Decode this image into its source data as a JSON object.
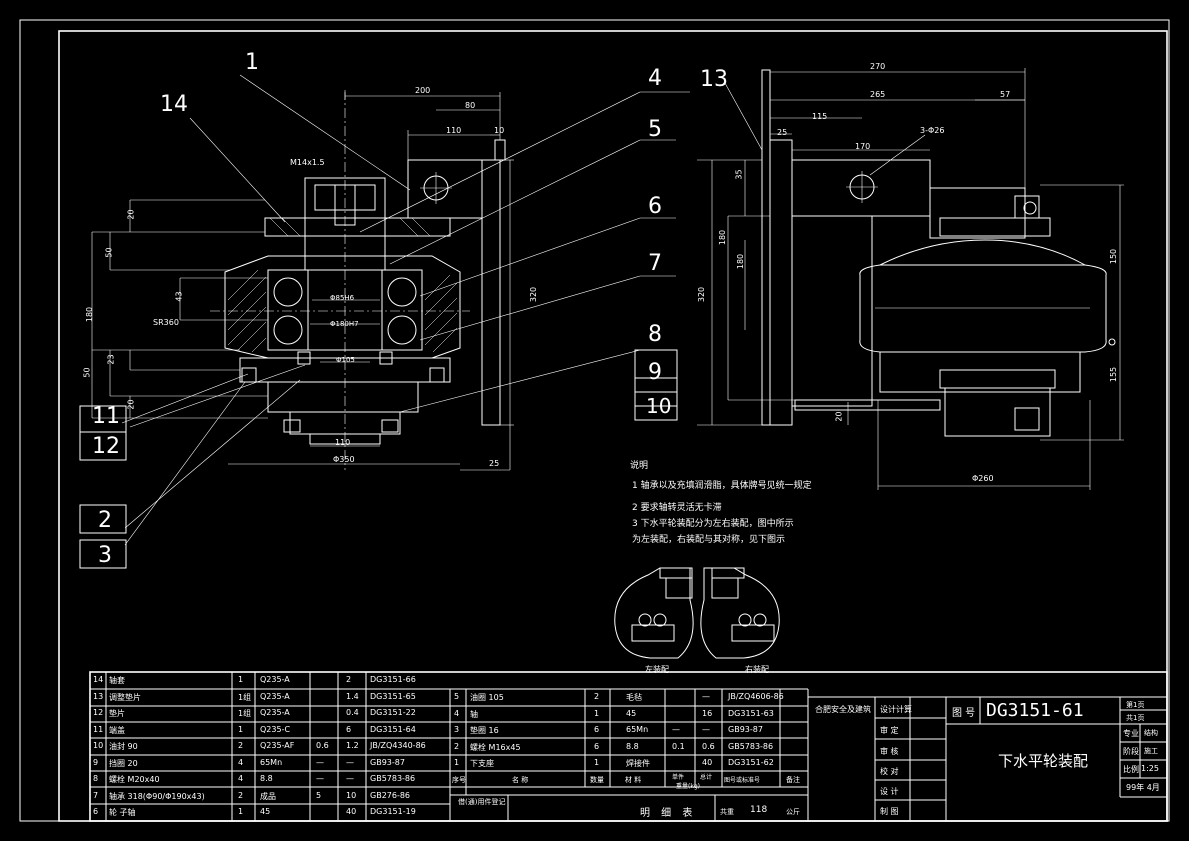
{
  "drawing": {
    "number_label": "图 号",
    "number": "DG3151-61",
    "title": "下水平轮装配",
    "scale_label": "比例",
    "scale": "1:25",
    "date": "99年 4月",
    "sheet_total": "共1页",
    "sheet_no": "第1页",
    "specialty_label": "专业",
    "specialty": "结构",
    "stage_label": "阶段",
    "stage": "施工",
    "company": "合肥安全及建筑",
    "signoff_rows": [
      "设计计算",
      "审 定",
      "审 核",
      "校 对",
      "设 计",
      "制 图"
    ]
  },
  "notes": {
    "heading": "说明",
    "items": [
      "1  轴承以及充填润滑脂，具体牌号见统一规定",
      "2  要求轴转灵活无卡滞",
      "3  下水平轮装配分为左右装配，图中所示为左装配，右装配与其对称，见下图示"
    ],
    "left_label": "左装配",
    "right_label": "右装配"
  },
  "balloons": [
    "1",
    "14",
    "4",
    "5",
    "6",
    "7",
    "8",
    "9",
    "10",
    "11",
    "12",
    "2",
    "3",
    "13"
  ],
  "dimensions": {
    "left": [
      "200",
      "80",
      "110",
      "10",
      "M14x1.5",
      "20",
      "50",
      "180",
      "43",
      "SR360",
      "23",
      "50",
      "20",
      "Φ85H6",
      "Φ180H7",
      "Φ105",
      "320",
      "110",
      "Φ350",
      "25"
    ],
    "right": [
      "270",
      "265",
      "57",
      "115",
      "25",
      "170",
      "3-Φ26",
      "35",
      "180",
      "180",
      "320",
      "150",
      "155",
      "20",
      "Φ260"
    ]
  },
  "bom": {
    "left_rows": [
      [
        "14",
        "轴套",
        "1",
        "Q235-A",
        "",
        "2",
        "DG3151-66"
      ],
      [
        "13",
        "调整垫片",
        "1组",
        "Q235-A",
        "",
        "1.4",
        "DG3151-65"
      ],
      [
        "12",
        "垫片",
        "1组",
        "Q235-A",
        "",
        "0.4",
        "DG3151-22"
      ],
      [
        "11",
        "端盖",
        "1",
        "Q235-C",
        "",
        "6",
        "DG3151-64"
      ],
      [
        "10",
        "油封 90",
        "2",
        "Q235-AF",
        "0.6",
        "1.2",
        "JB/ZQ4340-86"
      ],
      [
        "9",
        "挡圈 20",
        "4",
        "65Mn",
        "—",
        "—",
        "GB93-87"
      ],
      [
        "8",
        "螺栓 M20x40",
        "4",
        "8.8",
        "—",
        "—",
        "GB5783-86"
      ],
      [
        "7",
        "轴承 318(Φ90/Φ190x43)",
        "2",
        "成品",
        "5",
        "10",
        "GB276-86"
      ],
      [
        "6",
        "轮 子轴",
        "1",
        "45",
        "",
        "40",
        "DG3151-19"
      ]
    ],
    "right_rows": [
      [
        "5",
        "油圈 105",
        "2",
        "毛毡",
        "",
        "—",
        "JB/ZQ4606-86"
      ],
      [
        "4",
        "轴",
        "1",
        "45",
        "",
        "16",
        "DG3151-63"
      ],
      [
        "3",
        "垫圈 16",
        "6",
        "65Mn",
        "—",
        "—",
        "GB93-87"
      ],
      [
        "2",
        "螺栓 M16x45",
        "6",
        "8.8",
        "0.1",
        "0.6",
        "GB5783-86"
      ],
      [
        "1",
        "下支座",
        "1",
        "焊接件",
        "",
        "40",
        "DG3151-62"
      ]
    ],
    "header": [
      "序号",
      "名 称",
      "数量",
      "材 料",
      "单件",
      "总计",
      "图号或标准号",
      "备注"
    ],
    "header_sub": "重量(kg)",
    "bottom_label": "明 细 表",
    "total_label": "共重",
    "total_value": "118",
    "unit": "公斤",
    "ref_label": "借(通)用件登记"
  },
  "colors": {
    "background": "#000000",
    "lines": "#ffffff"
  }
}
